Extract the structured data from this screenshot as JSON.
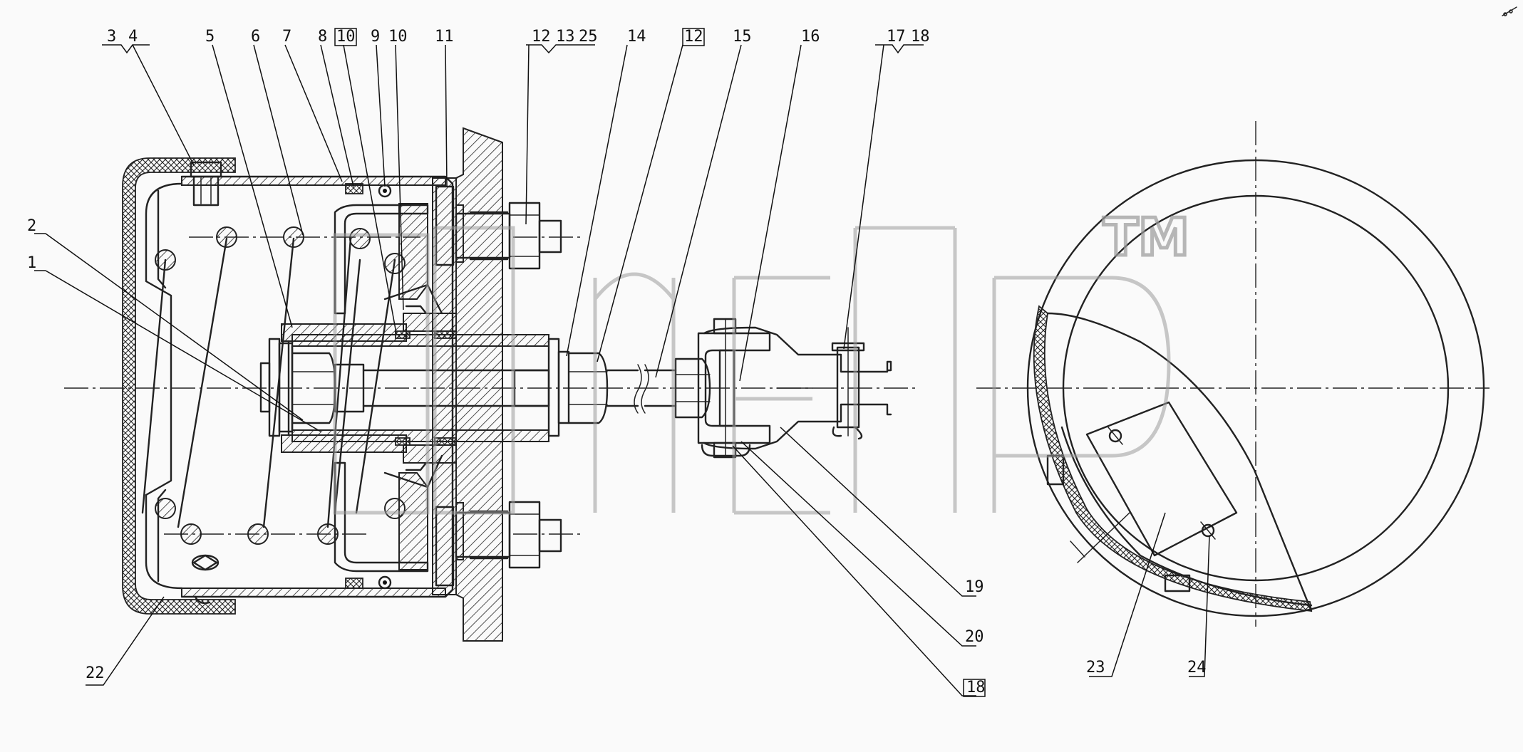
{
  "drawing": {
    "watermark": "TM",
    "callouts": {
      "c3": "3",
      "c4": "4",
      "c5": "5",
      "c6": "6",
      "c7": "7",
      "c8": "8",
      "c10a": "10",
      "c9": "9",
      "c10": "10",
      "c11": "11",
      "c12": "12",
      "c13": "13",
      "c25": "25",
      "c14": "14",
      "c12b": "12",
      "c15": "15",
      "c16": "16",
      "c17": "17",
      "c18": "18",
      "c2": "2",
      "c1": "1",
      "c22": "22",
      "c19": "19",
      "c20": "20",
      "c18b": "18",
      "c23": "23",
      "c24": "24"
    },
    "colors": {
      "line": "#222222",
      "watermark": "#9a9a9a",
      "background": "#fafafa"
    }
  }
}
